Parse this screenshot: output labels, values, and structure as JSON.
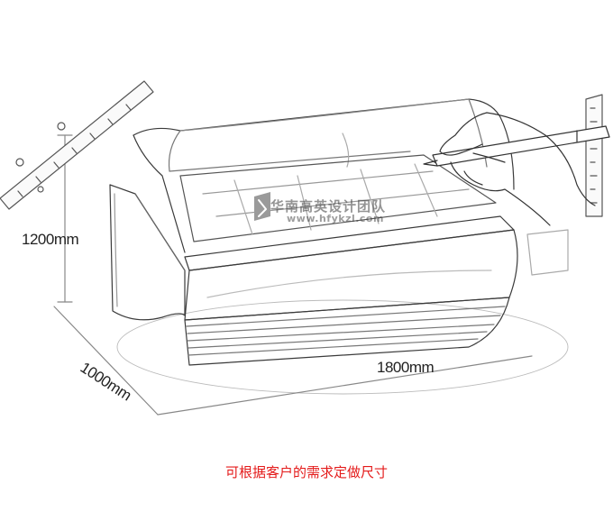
{
  "dimensions": {
    "height": "1200mm",
    "depth": "1000mm",
    "width": "1800mm"
  },
  "watermark": {
    "text": "华南高英设计团队",
    "url": "www.hfykzl.com"
  },
  "caption": "可根据客户的需求定做尺寸",
  "colors": {
    "caption": "#e41b1b",
    "line": "#333333"
  }
}
